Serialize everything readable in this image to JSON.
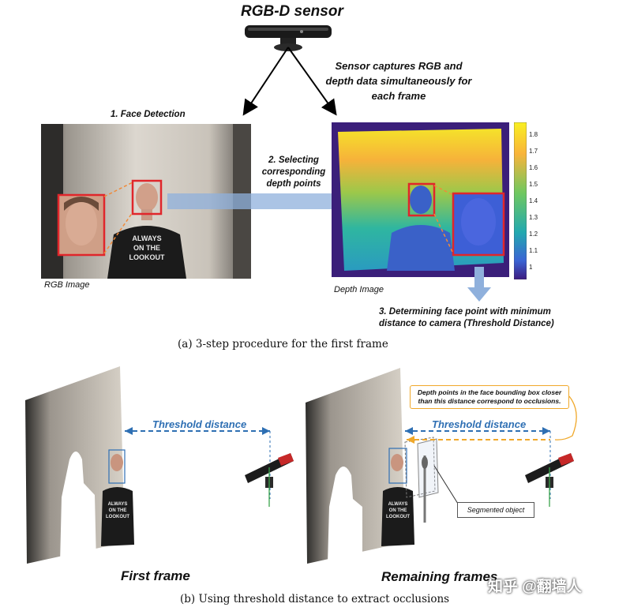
{
  "header": {
    "sensor_title": "RGB-D sensor",
    "capture_text": "Sensor captures RGB and depth data simultaneously for each frame"
  },
  "steps": {
    "step1": "1. Face Detection",
    "step2": "2. Selecting corresponding depth points",
    "step3": "3. Determining face point with minimum distance to camera (Threshold Distance)"
  },
  "images": {
    "rgb_label": "RGB Image",
    "depth_label": "Depth Image",
    "shirt_text": "ALWAYS ON THE LOOKOUT"
  },
  "colorbar": {
    "ticks": [
      "1.8",
      "1.7",
      "1.6",
      "1.5",
      "1.4",
      "1.3",
      "1.2",
      "1.1",
      "1"
    ]
  },
  "captions": {
    "a": "(a)  3-step procedure for the first frame",
    "b": "(b)  Using threshold distance to extract occlusions"
  },
  "panel_b": {
    "threshold_label_left": "Threshold distance",
    "threshold_label_right": "Threshold distance",
    "callout": "Depth points in the face bounding box closer than this distance correspond to occlusions.",
    "segmented_object": "Segmented object",
    "first_frame": "First frame",
    "remaining_frames": "Remaining frames"
  },
  "watermark": "知乎 @翻墙人",
  "colors": {
    "face_box": "#e0262b",
    "arrow_blue": "#8fb0dc",
    "threshold_blue": "#2e6fb3",
    "callout_orange": "#f0a82a"
  }
}
